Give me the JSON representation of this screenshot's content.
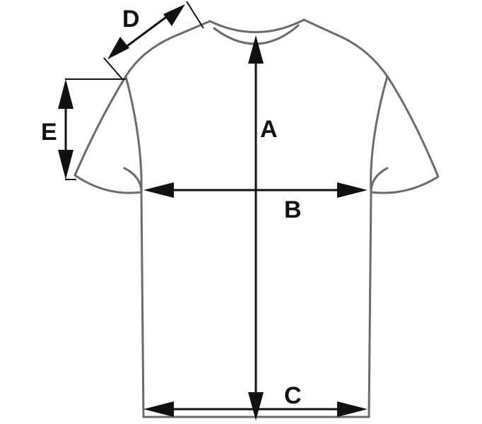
{
  "diagram": {
    "kind": "garment-measurement-chart",
    "garment": "t-shirt",
    "colors": {
      "outline": "#6b6b6b",
      "arrows": "#111111",
      "background": "#ffffff"
    },
    "measurements": [
      {
        "id": "A",
        "label": "A",
        "direction": "vertical"
      },
      {
        "id": "B",
        "label": "B",
        "direction": "horizontal"
      },
      {
        "id": "C",
        "label": "C",
        "direction": "horizontal"
      },
      {
        "id": "D",
        "label": "D",
        "direction": "diagonal"
      },
      {
        "id": "E",
        "label": "E",
        "direction": "vertical"
      }
    ]
  }
}
